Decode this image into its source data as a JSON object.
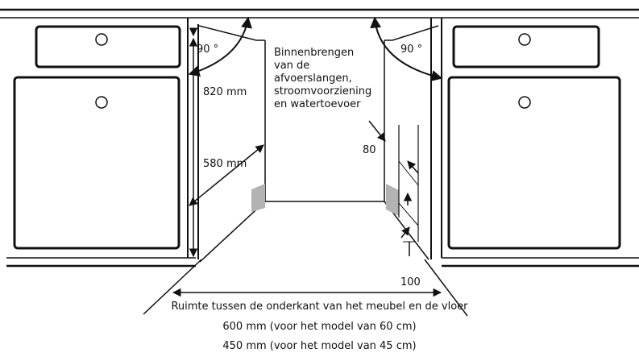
{
  "labels": {
    "angle_left": "90 °",
    "angle_right": "90 °",
    "height": "820 mm",
    "depth": "580 mm",
    "access_note": [
      "Binnenbrengen",
      "van de",
      "afvoerslangen,",
      "stroomvoorziening",
      "en watertoevoer"
    ],
    "gap_80": "80",
    "gap_100": "100",
    "footer": [
      "Ruimte tussen de onderkant van het meubel en de vloer",
      "600 mm (voor het model van 60 cm)",
      "450 mm (voor het model van 45 cm)"
    ]
  },
  "colors": {
    "line": "#111111",
    "panel_fill": "#ffffff",
    "shade": "#b3b3b3"
  }
}
